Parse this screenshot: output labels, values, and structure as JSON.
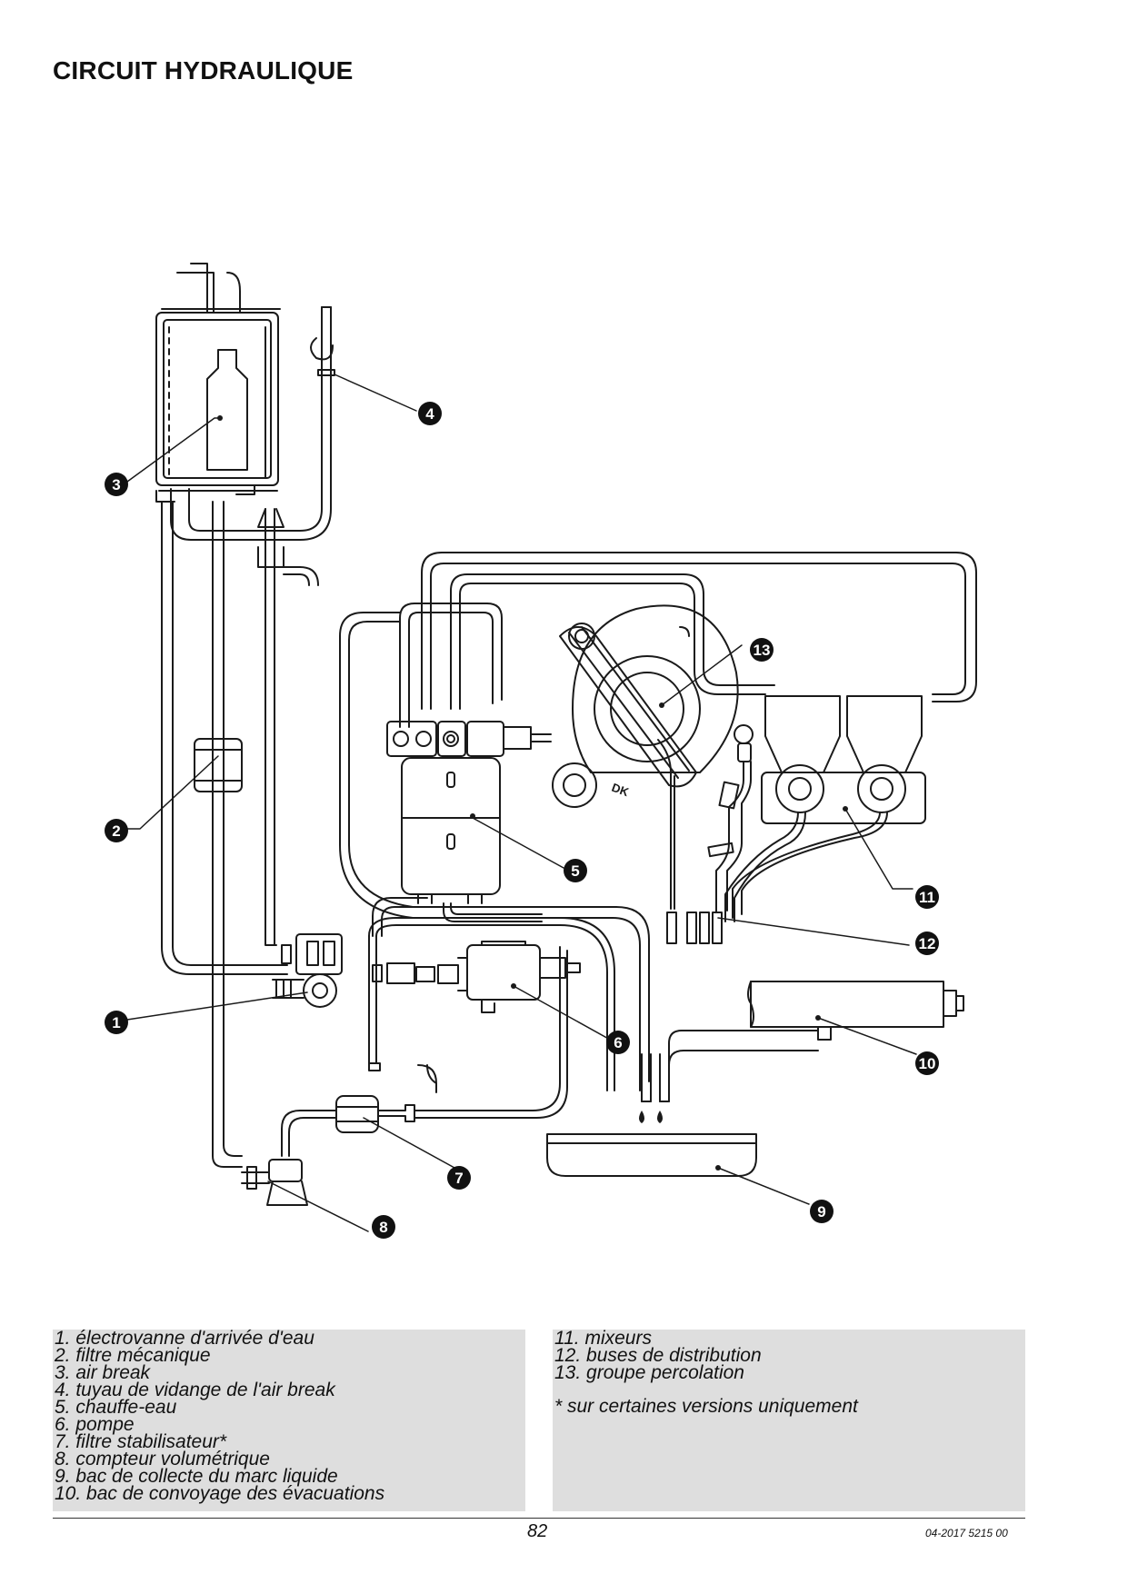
{
  "page": {
    "title": "CIRCUIT HYDRAULIQUE",
    "page_number": "82",
    "doc_ref": "04-2017 5215 00"
  },
  "callouts": [
    "1",
    "2",
    "3",
    "4",
    "5",
    "6",
    "7",
    "8",
    "9",
    "10",
    "11",
    "12",
    "13"
  ],
  "component_labels": {
    "percolation_brand": "DK"
  },
  "legend": {
    "left": [
      "1.  électrovanne d'arrivée d'eau",
      "2.  filtre mécanique",
      "3.  air break",
      "4.  tuyau de vidange de l'air break",
      "5.  chauffe-eau",
      "6.  pompe",
      "7.  filtre stabilisateur*",
      "8.  compteur volumétrique",
      "9.  bac de collecte du marc liquide",
      "10.  bac de convoyage des évacuations"
    ],
    "right": [
      "11.  mixeurs",
      "12.  buses de distribution",
      "13.  groupe percolation"
    ],
    "note": "* sur certaines versions uniquement"
  },
  "colors": {
    "line": "#1a1a1a",
    "callout_fill": "#111111",
    "legend_bg": "#dedede"
  }
}
